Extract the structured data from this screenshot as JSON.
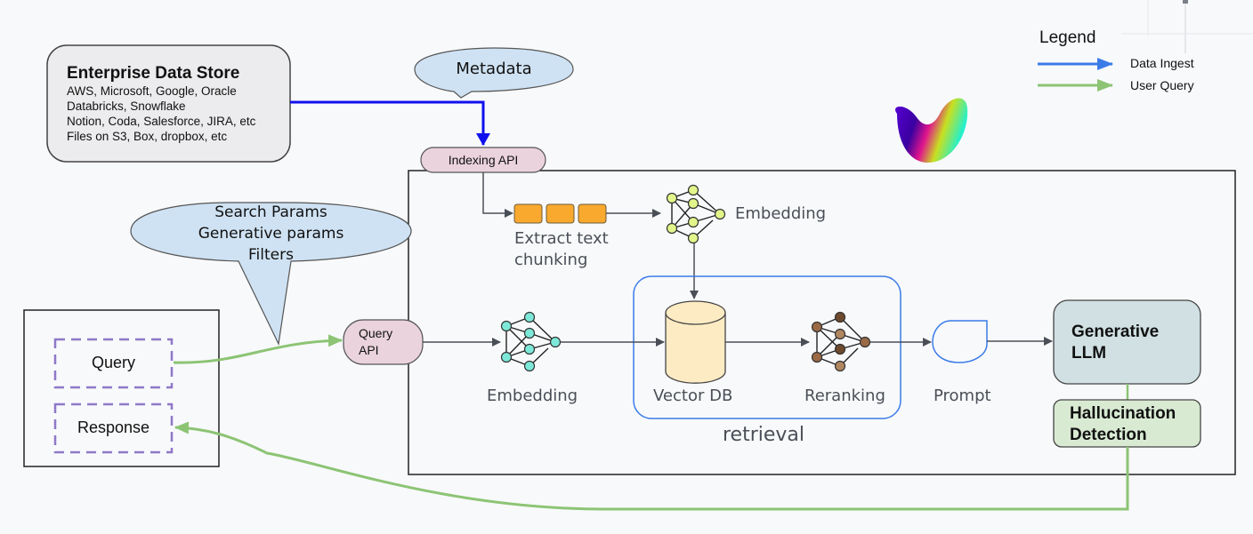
{
  "legend": {
    "title": "Legend",
    "items": [
      {
        "label": "Data Ingest",
        "color": "#3b7be8"
      },
      {
        "label": "User Query",
        "color": "#8cc474"
      }
    ]
  },
  "enterprise_store": {
    "title": "Enterprise Data Store",
    "lines": [
      "AWS, Microsoft, Google, Oracle",
      "Databricks, Snowflake",
      "Notion, Coda, Salesforce, JIRA, etc",
      "Files on S3, Box, dropbox, etc"
    ]
  },
  "metadata_bubble": "Metadata",
  "params_bubble": [
    "Search Params",
    "Generative params",
    "Filters"
  ],
  "indexing_api": "Indexing API",
  "query_api": [
    "Query",
    "API"
  ],
  "client": {
    "query": "Query",
    "response": "Response"
  },
  "ingest": {
    "chunking_label": [
      "Extract text",
      "chunking"
    ],
    "embedding_label": "Embedding"
  },
  "query_path": {
    "embedding_label": "Embedding",
    "vector_db_label": "Vector DB",
    "reranking_label": "Reranking",
    "retrieval_label": "retrieval",
    "prompt_label": "Prompt"
  },
  "generative_llm": [
    "Generative",
    "LLM"
  ],
  "hallucination": [
    "Hallucination",
    "Detection"
  ],
  "colors": {
    "ingest_arrow": "#1010ee",
    "query_arrow": "#8cc474",
    "api_fill": "#ead3dc",
    "bubble_fill": "#cfe2f3",
    "llm_fill": "#d0e0e3",
    "halluc_fill": "#d9ead3",
    "chunk_fill": "#f9a92e",
    "retrieval_border": "#3b7be8"
  }
}
